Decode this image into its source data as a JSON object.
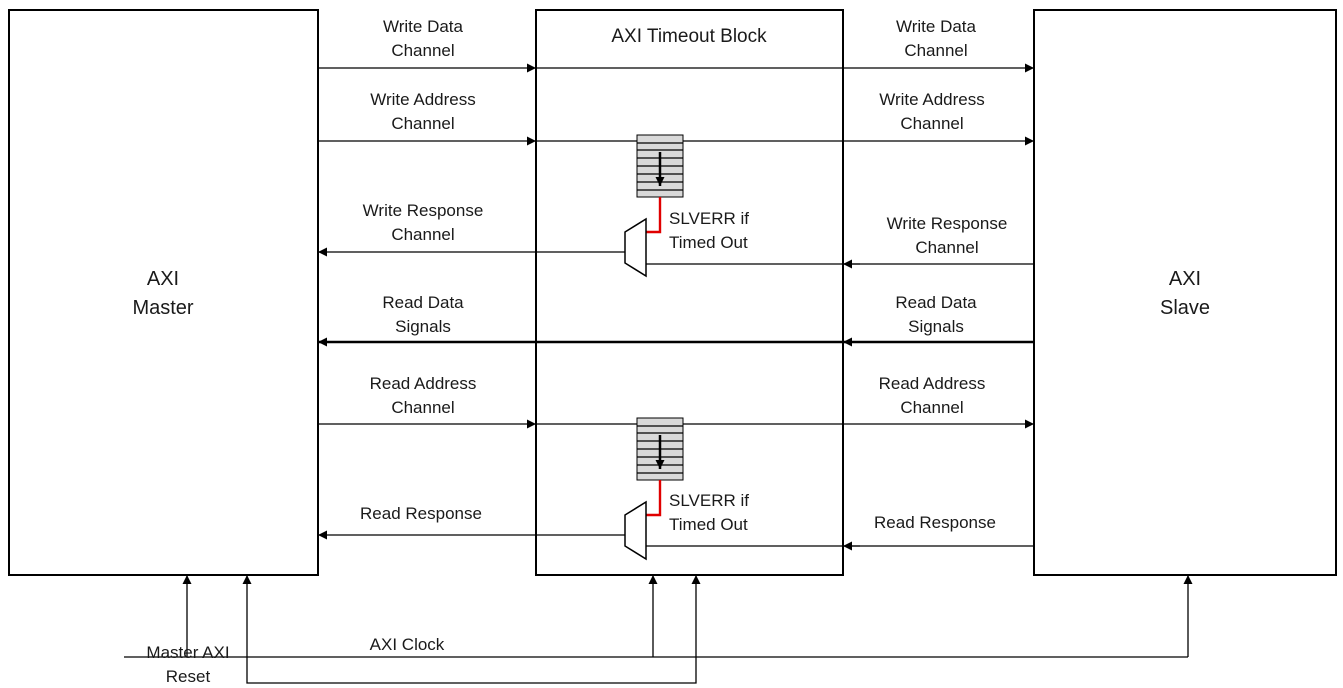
{
  "blocks": {
    "master": {
      "line1": "AXI",
      "line2": "Master"
    },
    "timeout": {
      "title": "AXI Timeout Block"
    },
    "slave": {
      "line1": "AXI",
      "line2": "Slave"
    }
  },
  "left_channels": {
    "write_data": {
      "line1": "Write Data",
      "line2": "Channel"
    },
    "write_address": {
      "line1": "Write Address",
      "line2": "Channel"
    },
    "write_response": {
      "line1": "Write Response",
      "line2": "Channel"
    },
    "read_data": {
      "line1": "Read Data",
      "line2": "Signals"
    },
    "read_address": {
      "line1": "Read Address",
      "line2": "Channel"
    },
    "read_response": {
      "line1": "Read Response"
    }
  },
  "right_channels": {
    "write_data": {
      "line1": "Write Data",
      "line2": "Channel"
    },
    "write_address": {
      "line1": "Write Address",
      "line2": "Channel"
    },
    "write_response": {
      "line1": "Write Response",
      "line2": "Channel"
    },
    "read_data": {
      "line1": "Read Data",
      "line2": "Signals"
    },
    "read_address": {
      "line1": "Read Address",
      "line2": "Channel"
    },
    "read_response": {
      "line1": "Read Response"
    }
  },
  "error_labels": {
    "write": {
      "line1": "SLVERR if",
      "line2": "Timed Out"
    },
    "read": {
      "line1": "SLVERR if",
      "line2": "Timed Out"
    }
  },
  "signals": {
    "clock": "AXI Clock",
    "reset_line1": "Master AXI",
    "reset_line2": "Reset"
  }
}
